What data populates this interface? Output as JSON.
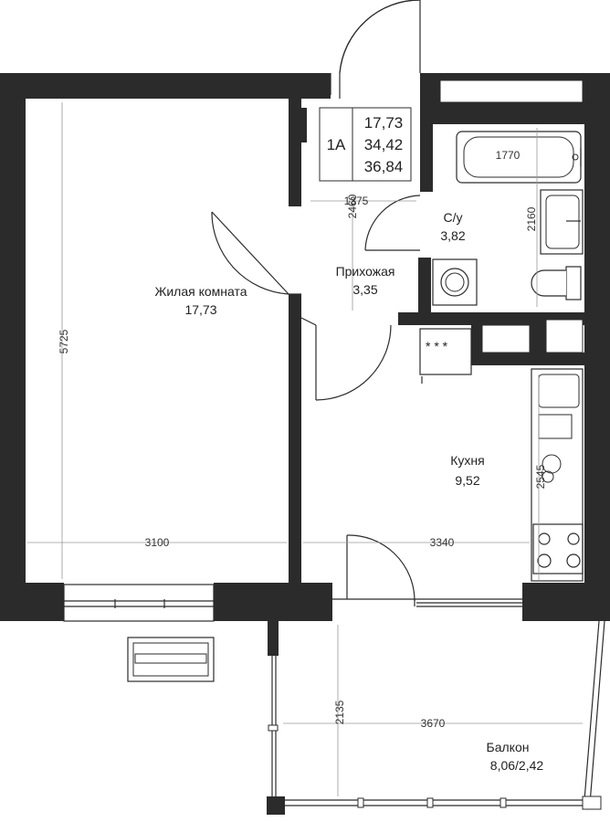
{
  "apartment_info": {
    "type": "1А",
    "living_area": "17,73",
    "total_area": "34,42",
    "total_with_balcony": "36,84"
  },
  "rooms": {
    "living": {
      "name": "Жилая комната",
      "area": "17,73"
    },
    "hall": {
      "name": "Прихожая",
      "area": "3,35"
    },
    "bathroom": {
      "name": "С/у",
      "area": "3,82"
    },
    "kitchen": {
      "name": "Кухня",
      "area": "9,52"
    },
    "balcony": {
      "name": "Балкон",
      "area": "8,06/2,42"
    }
  },
  "dimensions": {
    "living_height": "5725",
    "living_width": "3100",
    "kitchen_width": "3340",
    "kitchen_height": "2545",
    "balcony_width": "3670",
    "balcony_height": "2135",
    "bath_length": "1770",
    "bathroom_height": "2160",
    "hall_a": "2460",
    "hall_b": "1375"
  },
  "colors": {
    "wall": "#2b2b2b",
    "line": "#2b2b2b",
    "dimension": "#9a9a9a"
  }
}
